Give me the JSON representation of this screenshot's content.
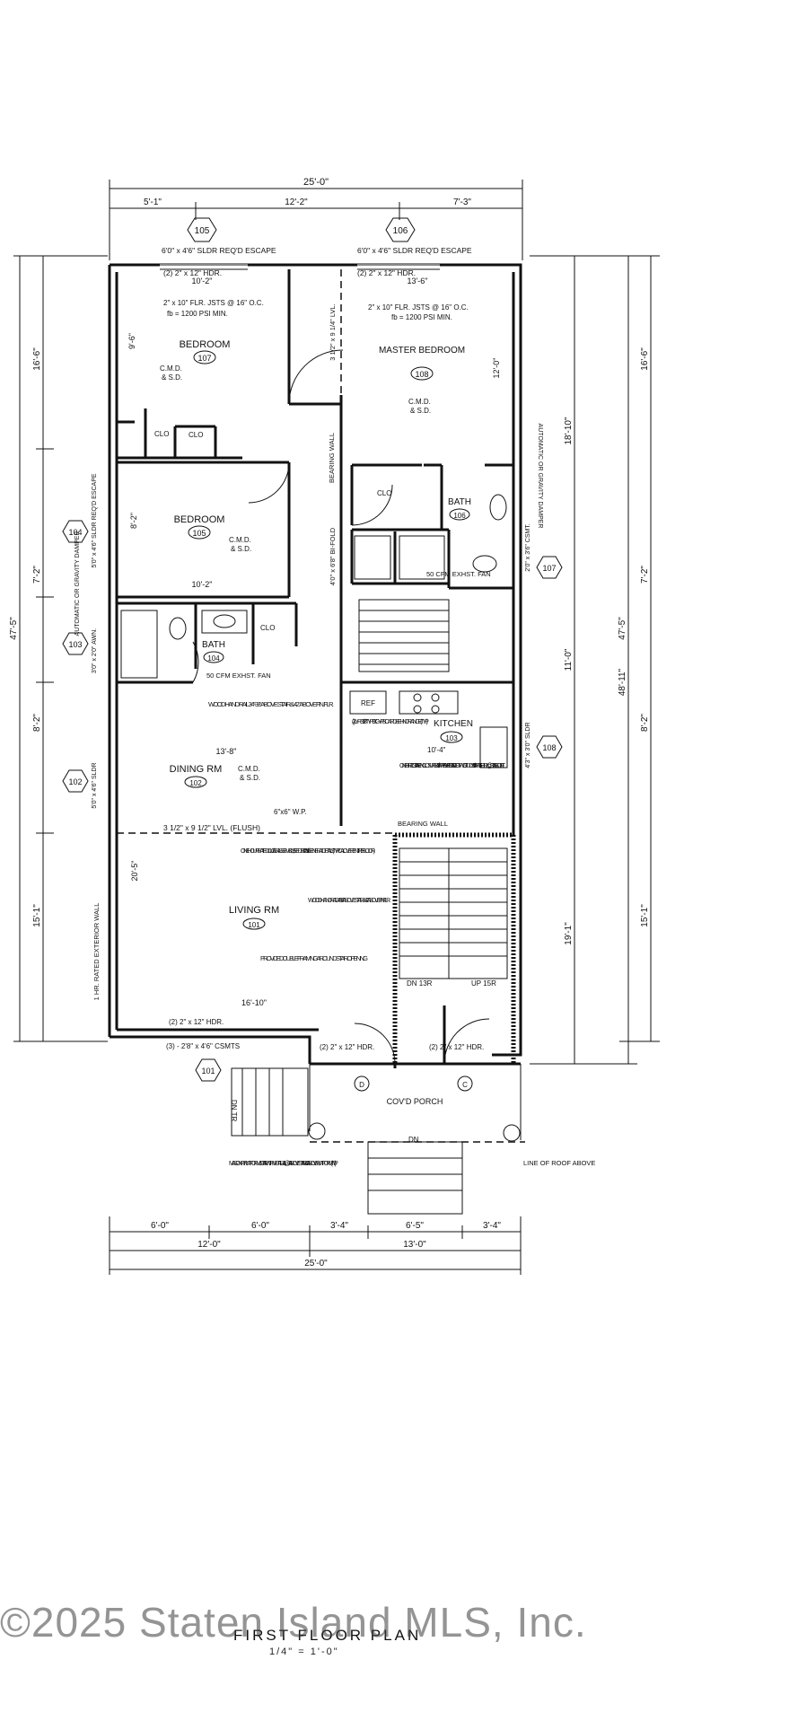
{
  "dimensions": {
    "top_overall": "25'-0\"",
    "top_segments": [
      "5'-1\"",
      "12'-2\"",
      "7'-3\""
    ],
    "bottom_segments": [
      "6'-0\"",
      "6'-0\"",
      "3'-4\"",
      "6'-5\"",
      "3'-4\""
    ],
    "bottom_mid": [
      "12'-0\"",
      "13'-0\""
    ],
    "bottom_overall": "25'-0\"",
    "left_overall": "47'-5\"",
    "left_segments": [
      "16'-6\"",
      "7'-2\"",
      "8'-2\"",
      "15'-1\""
    ],
    "right_overall_a": "47'-5\"",
    "right_overall_b": "48'-11\"",
    "right_segments": [
      "16'-6\"",
      "7'-2\"",
      "8'-2\"",
      "15'-1\""
    ],
    "right_inner": [
      "18'-10\"",
      "11'-0\"",
      "19'-1\""
    ]
  },
  "rooms": {
    "bedroom_107": {
      "name": "BEDROOM",
      "number": "107",
      "width": "10'-2\"",
      "height": "9'-6\""
    },
    "master_108": {
      "name": "MASTER BEDROOM",
      "number": "108",
      "width": "13'-6\"",
      "height": "12'-0\""
    },
    "bedroom_105": {
      "name": "BEDROOM",
      "number": "105",
      "width": "10'-2\"",
      "height": "8'-2\""
    },
    "bath_106": {
      "name": "BATH",
      "number": "106"
    },
    "bath_104": {
      "name": "BATH",
      "number": "104"
    },
    "kitchen_103": {
      "name": "KITCHEN",
      "number": "103",
      "width": "10'-4\""
    },
    "dining_102": {
      "name": "DINING RM",
      "number": "102",
      "width": "13'-8\""
    },
    "living_101": {
      "name": "LIVING RM",
      "number": "101",
      "width": "16'-10\"",
      "height": "20'-5\""
    },
    "porch": {
      "name": "COV'D PORCH"
    }
  },
  "labels": {
    "cmd_sd": "C.M.D. & S.D.",
    "cmd": "C.M.D.",
    "sd": "& S.D.",
    "clo": "CLO",
    "ref": "REF",
    "hdr_2x12": "(2) 2\" x 12\" HDR.",
    "flr_jsts": "2\" x 10\" FLR. JSTS @ 16\" O.C.",
    "fb": "fb = 1200 PSI MIN.",
    "sldr_105": "6'0\" x 4'6\" SLDR REQ'D ESCAPE",
    "sldr_106": "6'0\" x 4'6\" SLDR REQ'D ESCAPE",
    "lvl_beam": "3 1/2\" x 9 1/4\" LVL.",
    "lvl_flush": "3 1/2\" x 9 1/2\" LVL. (FLUSH)",
    "bearing_wall": "BEARING WALL",
    "exhaust_fan": "50 CFM EXHST. FAN",
    "auto_damper": "AUTOMATIC OR GRAVITY DAMPER",
    "bifold": "4'0\" x 6'8\" BI-FOLD",
    "hand_rail": "WOOD HAND RAIL 34\"-38\" ABOVE STAIR & 42\" ABOVE FIN. FLR.",
    "gyp_board": "(2) LYRS 5/8\" TYPE 'X' GYP BOARD BEHIND RANGE (TYP.)",
    "stair_enclosure": "ONE HR. RTD. STAIR ENCLOSURE W/ 5/8\" TYPE 'X' GYP. BD. EA. SIDE OF WD. STUDS & 5/8\" TYPE 'X' SHTRK. @ STAIR SOFFIT",
    "one_hour_clg": "ONE HOUR RATED CLG. / FLR. ASSEMBLY , SEE DET. #25 of GENERAL DETAILS (TYPICAL OVER ENTIRE FLOOR)",
    "double_framing": "PROVIDE DOUBLE FRAMING AROUND STAIR OPENING",
    "wood_hand_rail_2": "WOOD HAND RAIL 34\"-38\" ABOVE STAIR & 42\" ABOVE FIN. FLR.",
    "exterior_wall": "1 HR. RATED EXTERIOR WALL",
    "csmts": "(3) - 2'8\" x 4'6\" CSMTS",
    "masonry": "MASONRY PLATFORM & STAIR WITH METAL RAIL @ 34\" ABOVE STAIR & 42\" ABOVE PLATFORM (TYP.)",
    "line_of_roof": "LINE OF ROOF ABOVE",
    "post": "6\"x6\" W.P.",
    "dn": "DN",
    "dn_tr": "DN TR",
    "dn_13r": "DN 13R",
    "up_15r": "UP 15R",
    "sldr_104": "5'0\" x 4'6\" SLDR REQ'D ESCAPE",
    "sldr_102": "5'0\" x 4'6\" SLDR",
    "sldr_108": "4'3\" x 3'0\" SLDR",
    "csmt_107": "2'0\" x 3'6\" CSMT.",
    "awn_103": "3'0\" x 2'0\" AWN."
  },
  "window_tags": [
    "105",
    "106",
    "104",
    "103",
    "102",
    "107",
    "108",
    "101"
  ],
  "door_tags": [
    "D",
    "C"
  ],
  "title": "FIRST FLOOR PLAN",
  "scale": "1/4\" = 1'-0\"",
  "watermark": "©2025 Staten Island MLS, Inc."
}
